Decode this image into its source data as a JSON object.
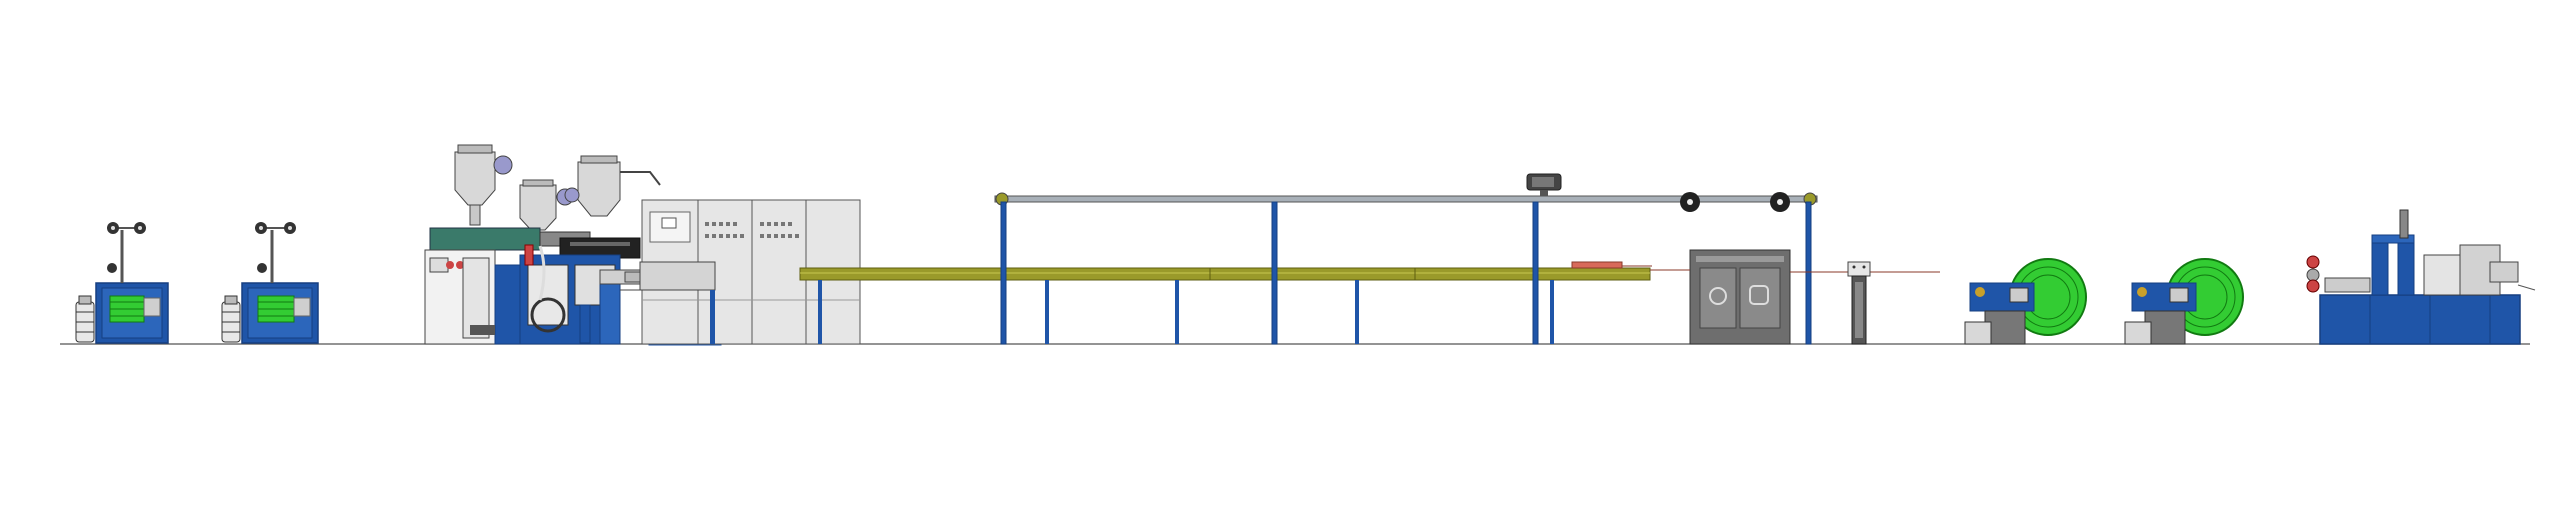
{
  "diagram": {
    "type": "cable-extrusion-production-line-elevation",
    "colors": {
      "blue": "#1f55a8",
      "blue_dark": "#163f80",
      "green_reel": "#33cc33",
      "green_dark": "#1a9a1a",
      "olive_trough": "#9a9a2a",
      "grey_cabinet": "#e2e2e2",
      "grey_dark": "#6e6e6e",
      "grey_mid": "#a8a8a8",
      "steel": "#8fa0b0",
      "red_strip": "#d86a5a",
      "floor": "#444444"
    },
    "units": [
      {
        "name": "pay-off-stand",
        "count": 2
      },
      {
        "name": "extruder-with-hopper-dryers",
        "count": 3
      },
      {
        "name": "control-cabinet",
        "count": 1
      },
      {
        "name": "cooling-water-trough",
        "count": 1
      },
      {
        "name": "overhead-gantry-with-pulleys",
        "count": 1
      },
      {
        "name": "caterpillar-haul-off",
        "count": 1
      },
      {
        "name": "spark-tester",
        "count": 1
      },
      {
        "name": "take-up-reel",
        "count": 2
      },
      {
        "name": "coiling-packing-machine",
        "count": 1
      }
    ]
  }
}
